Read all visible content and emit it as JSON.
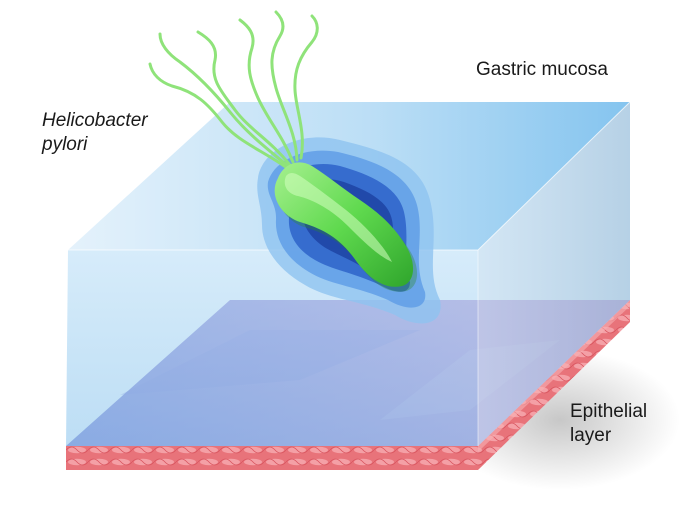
{
  "labels": {
    "gastric_mucosa": "Gastric mucosa",
    "bacterium_line1": "Helicobacter",
    "bacterium_line2": "pylori",
    "epithelial_line1": "Epithelial",
    "epithelial_line2": "layer"
  },
  "colors": {
    "mucosa_blue": "#8fc9ee",
    "mucus_dark": "#2e63c9",
    "epithelium_purple": "#b89bd6",
    "tissue_red": "#e8737a",
    "bacterium_green": "#5fd94e"
  }
}
